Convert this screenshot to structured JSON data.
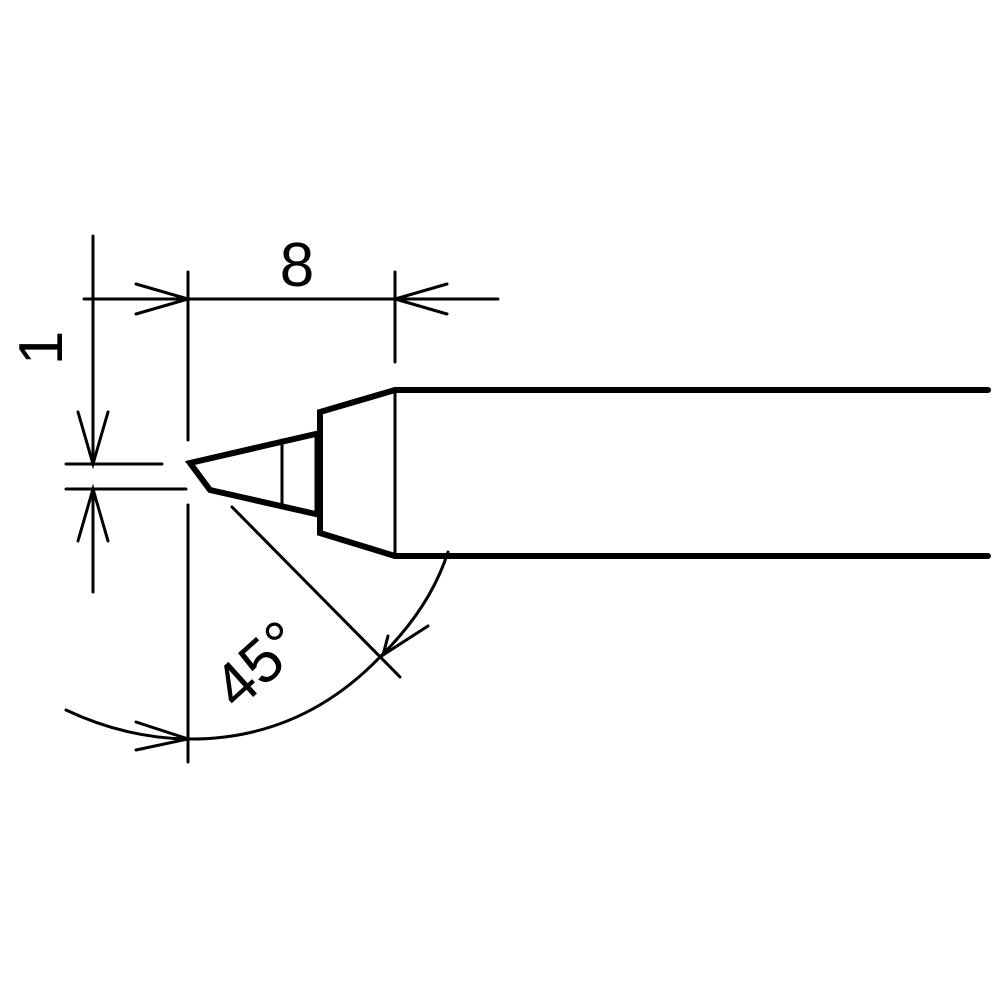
{
  "diagram": {
    "dimensions": {
      "length_label": "8",
      "width_label": "1",
      "angle_label": "45°"
    },
    "colors": {
      "line": "#000000",
      "background": "#ffffff"
    }
  }
}
